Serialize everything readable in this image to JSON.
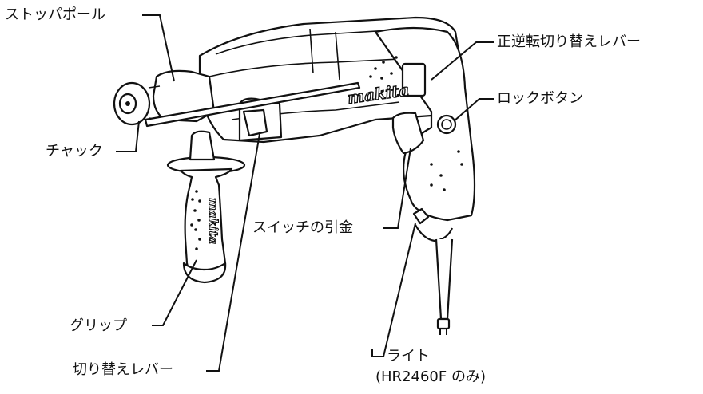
{
  "brand": {
    "logo_text": "makita"
  },
  "labels": {
    "stopper_pole": "ストッパポール",
    "chuck": "チャック",
    "grip": "グリップ",
    "change_lever": "切り替えレバー",
    "switch_trigger": "スイッチの引金",
    "light": "ライト",
    "light_note": "(HR2460F のみ)",
    "reverse_lever": "正逆転切り替えレバー",
    "lock_button": "ロックボタン"
  }
}
